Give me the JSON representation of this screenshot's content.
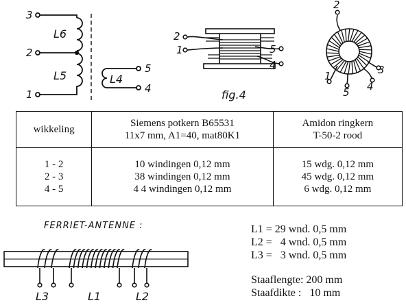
{
  "schematic": {
    "pins": {
      "p3": "3",
      "p2": "2",
      "p1": "1",
      "p5": "5",
      "p4": "4"
    },
    "coils": {
      "l6": "L6",
      "l5": "L5",
      "l4": "L4"
    }
  },
  "potcore": {
    "pins": {
      "p2": "2",
      "p1": "1",
      "p5": "5",
      "p4": "4"
    },
    "caption": "fig.4"
  },
  "toroid": {
    "pins": {
      "p2": "2",
      "p1": "1",
      "p5": "5",
      "p4": "4",
      "p3": "3"
    }
  },
  "table": {
    "headers": {
      "winding": "wikkeling",
      "siemens_line1": "Siemens potkern B65531",
      "siemens_line2": "11x7 mm, A1=40, mat80K1",
      "amidon_line1": "Amidon ringkern",
      "amidon_line2": "T-50-2 rood"
    },
    "rows": [
      {
        "winding": "1 - 2",
        "siemens": "10 windingen 0,12 mm",
        "amidon": "15 wdg. 0,12 mm"
      },
      {
        "winding": "2 - 3",
        "siemens": "38 windingen 0,12 mm",
        "amidon": "45 wdg. 0,12 mm"
      },
      {
        "winding": "4 - 5",
        "siemens": "4  4 windingen 0,12 mm",
        "amidon": "6 wdg. 0,12 mm"
      }
    ]
  },
  "ferrite": {
    "title": "FERRIET-ANTENNE :",
    "labels": {
      "l3": "L3",
      "l1": "L1",
      "l2": "L2"
    }
  },
  "specs": {
    "coils": [
      "L1 = 29 wnd. 0,5 mm",
      "L2 =   4 wnd. 0,5 mm",
      "L3 =   3 wnd. 0,5 mm"
    ],
    "rod_length": "Staaflengte: 200 mm",
    "rod_thickness": "Staafdikte :   10 mm"
  }
}
